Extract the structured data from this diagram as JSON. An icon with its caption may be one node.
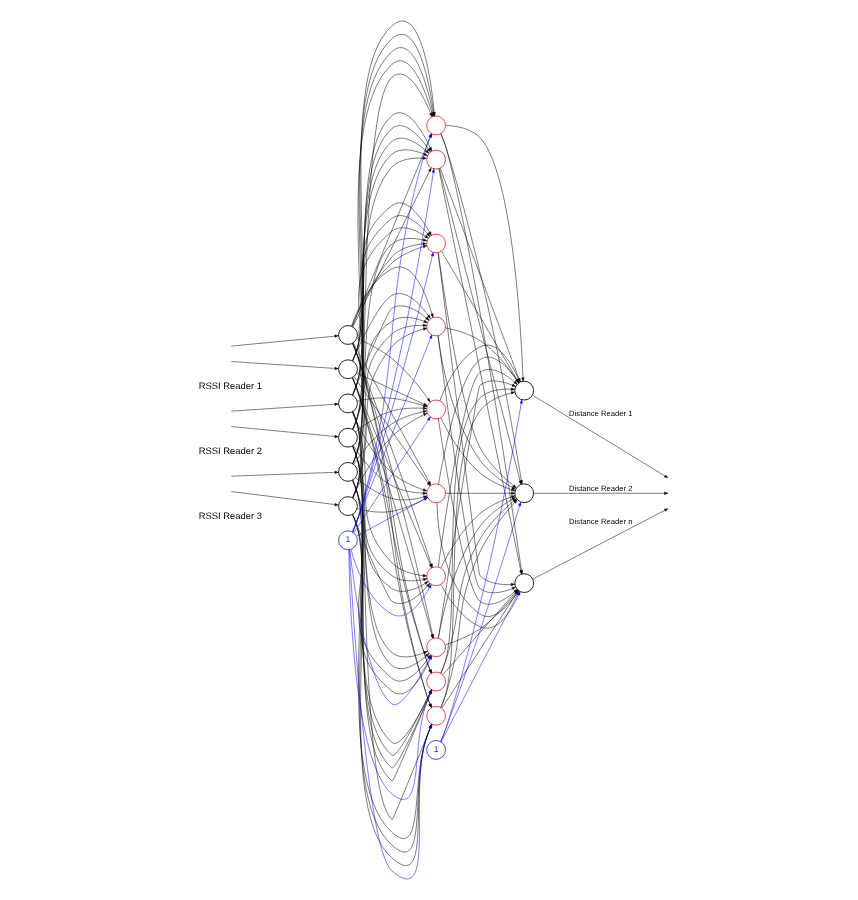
{
  "diagram": {
    "nodes": [
      {
        "text": [],
        "shape": "circle"
      },
      {
        "text": [],
        "shape": "circle"
      },
      {
        "text": [],
        "shape": "circle"
      },
      {
        "text": [],
        "shape": "circle"
      },
      {
        "text": [],
        "shape": "circle"
      },
      {
        "text": [],
        "shape": "circle"
      },
      {
        "text": [
          "1"
        ]
      },
      {
        "text": [],
        "shape": "circle"
      },
      {
        "text": [],
        "shape": "circle"
      },
      {
        "text": [],
        "shape": "circle"
      },
      {
        "text": [],
        "shape": "circle"
      },
      {
        "text": [],
        "shape": "circle"
      },
      {
        "text": [],
        "shape": "circle"
      },
      {
        "text": [],
        "shape": "circle"
      },
      {
        "text": [],
        "shape": "circle"
      },
      {
        "text": [],
        "shape": "circle"
      },
      {
        "text": [],
        "shape": "circle"
      },
      {
        "text": [
          "1"
        ]
      },
      {
        "text": [],
        "shape": "circle"
      },
      {
        "text": [],
        "shape": "circle"
      },
      {
        "text": [],
        "shape": "circle"
      }
    ],
    "edges": [
      {
        "from": null,
        "to": 0,
        "arrow": "to"
      },
      {
        "from": null,
        "to": 1,
        "arrow": "to"
      },
      {
        "from": null,
        "to": 2,
        "arrow": "to"
      },
      {
        "from": null,
        "to": 3,
        "arrow": "to"
      },
      {
        "from": null,
        "to": 4,
        "arrow": "to"
      },
      {
        "from": null,
        "to": 5,
        "arrow": "to"
      },
      {
        "from": 6,
        "to": 7,
        "arrow": "to",
        "color": "#0000ff"
      },
      {
        "from": 6,
        "to": 8,
        "arrow": "to",
        "color": "#0000ff"
      },
      {
        "from": 6,
        "to": 9,
        "arrow": "to",
        "color": "#0000ff"
      },
      {
        "from": 6,
        "to": 10,
        "arrow": "to",
        "color": "#0000ff"
      },
      {
        "from": 6,
        "to": 11,
        "arrow": "to",
        "color": "#0000ff"
      },
      {
        "from": 6,
        "to": 12,
        "arrow": "to",
        "color": "#0000ff"
      },
      {
        "from": 6,
        "to": 13,
        "arrow": "to",
        "color": "#0000ff"
      },
      {
        "from": 6,
        "to": 14,
        "arrow": "to",
        "color": "#0000ff"
      },
      {
        "from": 6,
        "to": 15,
        "arrow": "to",
        "color": "#0000ff"
      },
      {
        "from": 6,
        "to": 16,
        "arrow": "to",
        "color": "#0000ff"
      },
      {
        "from": 0,
        "to": 7,
        "arrow": "to"
      },
      {
        "from": 0,
        "to": 8,
        "arrow": "to"
      },
      {
        "from": 0,
        "to": 9,
        "arrow": "to"
      },
      {
        "from": 0,
        "to": 10,
        "arrow": "to"
      },
      {
        "from": 0,
        "to": 11,
        "arrow": "to"
      },
      {
        "from": 0,
        "to": 12,
        "arrow": "to"
      },
      {
        "from": 0,
        "to": 13,
        "arrow": "to"
      },
      {
        "from": 0,
        "to": 14,
        "arrow": "to"
      },
      {
        "from": 0,
        "to": 15,
        "arrow": "to"
      },
      {
        "from": 0,
        "to": 16,
        "arrow": "to"
      },
      {
        "from": 1,
        "to": 7,
        "arrow": "to"
      },
      {
        "from": 1,
        "to": 8,
        "arrow": "to"
      },
      {
        "from": 1,
        "to": 9,
        "arrow": "to"
      },
      {
        "from": 1,
        "to": 10,
        "arrow": "to"
      },
      {
        "from": 1,
        "to": 11,
        "arrow": "to"
      },
      {
        "from": 1,
        "to": 12,
        "arrow": "to"
      },
      {
        "from": 1,
        "to": 13,
        "arrow": "to"
      },
      {
        "from": 1,
        "to": 14,
        "arrow": "to"
      },
      {
        "from": 1,
        "to": 15,
        "arrow": "to"
      },
      {
        "from": 1,
        "to": 16,
        "arrow": "to"
      },
      {
        "from": 2,
        "to": 7,
        "arrow": "to"
      },
      {
        "from": 2,
        "to": 8,
        "arrow": "to"
      },
      {
        "from": 2,
        "to": 9,
        "arrow": "to"
      },
      {
        "from": 2,
        "to": 10,
        "arrow": "to"
      },
      {
        "from": 2,
        "to": 11,
        "arrow": "to"
      },
      {
        "from": 2,
        "to": 12,
        "arrow": "to"
      },
      {
        "from": 2,
        "to": 13,
        "arrow": "to"
      },
      {
        "from": 2,
        "to": 14,
        "arrow": "to"
      },
      {
        "from": 2,
        "to": 15,
        "arrow": "to"
      },
      {
        "from": 2,
        "to": 16,
        "arrow": "to"
      },
      {
        "from": 3,
        "to": 7,
        "arrow": "to"
      },
      {
        "from": 3,
        "to": 8,
        "arrow": "to"
      },
      {
        "from": 3,
        "to": 9,
        "arrow": "to"
      },
      {
        "from": 3,
        "to": 10,
        "arrow": "to"
      },
      {
        "from": 3,
        "to": 11,
        "arrow": "to"
      },
      {
        "from": 3,
        "to": 12,
        "arrow": "to"
      },
      {
        "from": 3,
        "to": 13,
        "arrow": "to"
      },
      {
        "from": 3,
        "to": 14,
        "arrow": "to"
      },
      {
        "from": 3,
        "to": 15,
        "arrow": "to"
      },
      {
        "from": 3,
        "to": 16,
        "arrow": "to"
      },
      {
        "from": 4,
        "to": 7,
        "arrow": "to"
      },
      {
        "from": 4,
        "to": 8,
        "arrow": "to"
      },
      {
        "from": 4,
        "to": 9,
        "arrow": "to"
      },
      {
        "from": 4,
        "to": 10,
        "arrow": "to"
      },
      {
        "from": 4,
        "to": 11,
        "arrow": "to"
      },
      {
        "from": 4,
        "to": 12,
        "arrow": "to"
      },
      {
        "from": 4,
        "to": 13,
        "arrow": "to"
      },
      {
        "from": 4,
        "to": 14,
        "arrow": "to"
      },
      {
        "from": 4,
        "to": 15,
        "arrow": "to"
      },
      {
        "from": 4,
        "to": 16,
        "arrow": "to"
      },
      {
        "from": 5,
        "to": 7,
        "arrow": "to"
      },
      {
        "from": 5,
        "to": 8,
        "arrow": "to"
      },
      {
        "from": 5,
        "to": 9,
        "arrow": "to"
      },
      {
        "from": 5,
        "to": 10,
        "arrow": "to"
      },
      {
        "from": 5,
        "to": 11,
        "arrow": "to"
      },
      {
        "from": 5,
        "to": 12,
        "arrow": "to"
      },
      {
        "from": 5,
        "to": 13,
        "arrow": "to"
      },
      {
        "from": 5,
        "to": 14,
        "arrow": "to"
      },
      {
        "from": 5,
        "to": 15,
        "arrow": "to"
      },
      {
        "from": 5,
        "to": 16,
        "arrow": "to"
      },
      {
        "from": 17,
        "to": 18,
        "arrow": "to",
        "color": "#0000ff"
      },
      {
        "from": 17,
        "to": 19,
        "arrow": "to",
        "color": "#0000ff"
      },
      {
        "from": 17,
        "to": 20,
        "arrow": "to",
        "color": "#0000ff"
      },
      {
        "from": 7,
        "to": 18,
        "arrow": "to"
      },
      {
        "from": 7,
        "to": 19,
        "arrow": "to"
      },
      {
        "from": 7,
        "to": 20,
        "arrow": "to"
      },
      {
        "from": 8,
        "to": 18,
        "arrow": "to"
      },
      {
        "from": 8,
        "to": 19,
        "arrow": "to"
      },
      {
        "from": 8,
        "to": 20,
        "arrow": "to"
      },
      {
        "from": 9,
        "to": 18,
        "arrow": "to"
      },
      {
        "from": 9,
        "to": 19,
        "arrow": "to"
      },
      {
        "from": 9,
        "to": 20,
        "arrow": "to"
      },
      {
        "from": 10,
        "to": 18,
        "arrow": "to"
      },
      {
        "from": 10,
        "to": 19,
        "arrow": "to"
      },
      {
        "from": 10,
        "to": 20,
        "arrow": "to"
      },
      {
        "from": 11,
        "to": 18,
        "arrow": "to"
      },
      {
        "from": 11,
        "to": 19,
        "arrow": "to"
      },
      {
        "from": 11,
        "to": 20,
        "arrow": "to"
      },
      {
        "from": 12,
        "to": 18,
        "arrow": "to"
      },
      {
        "from": 12,
        "to": 19,
        "arrow": "to"
      },
      {
        "from": 12,
        "to": 20,
        "arrow": "to"
      },
      {
        "from": 13,
        "to": 18,
        "arrow": "to"
      },
      {
        "from": 13,
        "to": 19,
        "arrow": "to"
      },
      {
        "from": 13,
        "to": 20,
        "arrow": "to"
      },
      {
        "from": 14,
        "to": 18,
        "arrow": "to"
      },
      {
        "from": 14,
        "to": 19,
        "arrow": "to"
      },
      {
        "from": 14,
        "to": 20,
        "arrow": "to"
      },
      {
        "from": 15,
        "to": 18,
        "arrow": "to"
      },
      {
        "from": 15,
        "to": 19,
        "arrow": "to"
      },
      {
        "from": 15,
        "to": 20,
        "arrow": "to"
      },
      {
        "from": 16,
        "to": 18,
        "arrow": "to"
      },
      {
        "from": 16,
        "to": 19,
        "arrow": "to"
      },
      {
        "from": 16,
        "to": 20,
        "arrow": "to"
      },
      {
        "from": 18,
        "to": null,
        "arrow": "to",
        "label": "Distance Reader 1"
      },
      {
        "from": 19,
        "to": null,
        "arrow": "to",
        "label": "Distance Reader 2"
      },
      {
        "from": 20,
        "to": null,
        "arrow": "to",
        "label": "Distance Reader n"
      }
    ],
    "labels": [
      "RSSI Reader 1",
      "RSSI Reader 2",
      "RSSI Reader 3"
    ]
  }
}
